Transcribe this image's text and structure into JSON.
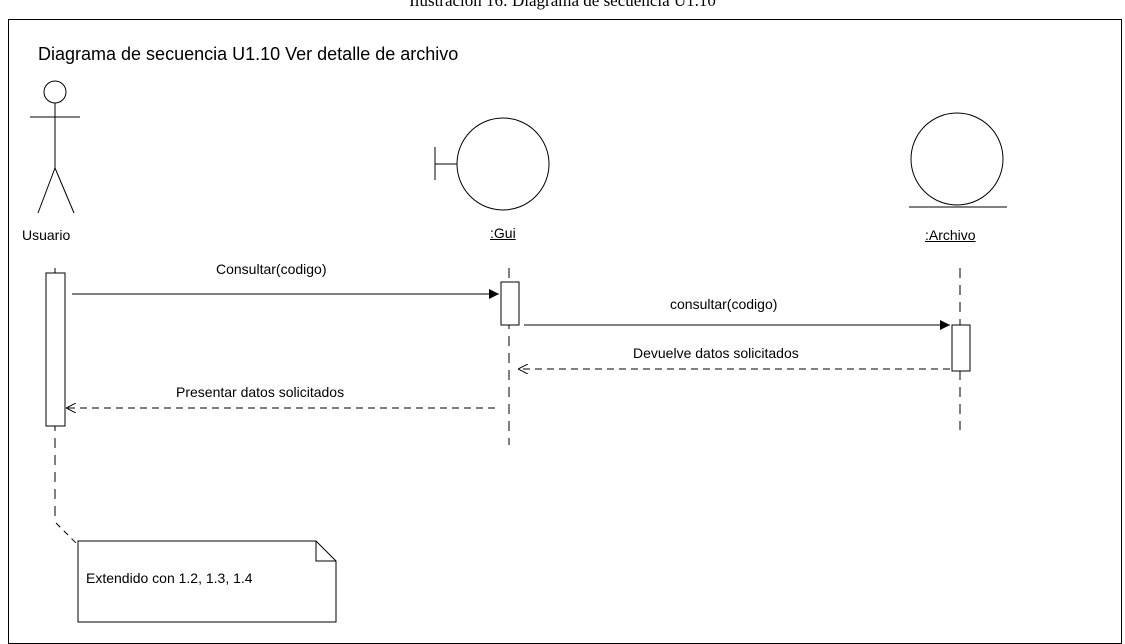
{
  "caption": "Ilustración 16: Diagrama de secuencia U1.10",
  "title": "Diagrama de secuencia U1.10 Ver detalle de archivo",
  "actors": {
    "usuario": "Usuario",
    "gui": ":Gui",
    "archivo": ":Archivo"
  },
  "messages": {
    "m1": "Consultar(codigo)",
    "m2": "consultar(codigo)",
    "m3": "Devuelve datos solicitados",
    "m4": "Presentar datos solicitados"
  },
  "note": "Extendido con 1.2, 1.3, 1.4"
}
